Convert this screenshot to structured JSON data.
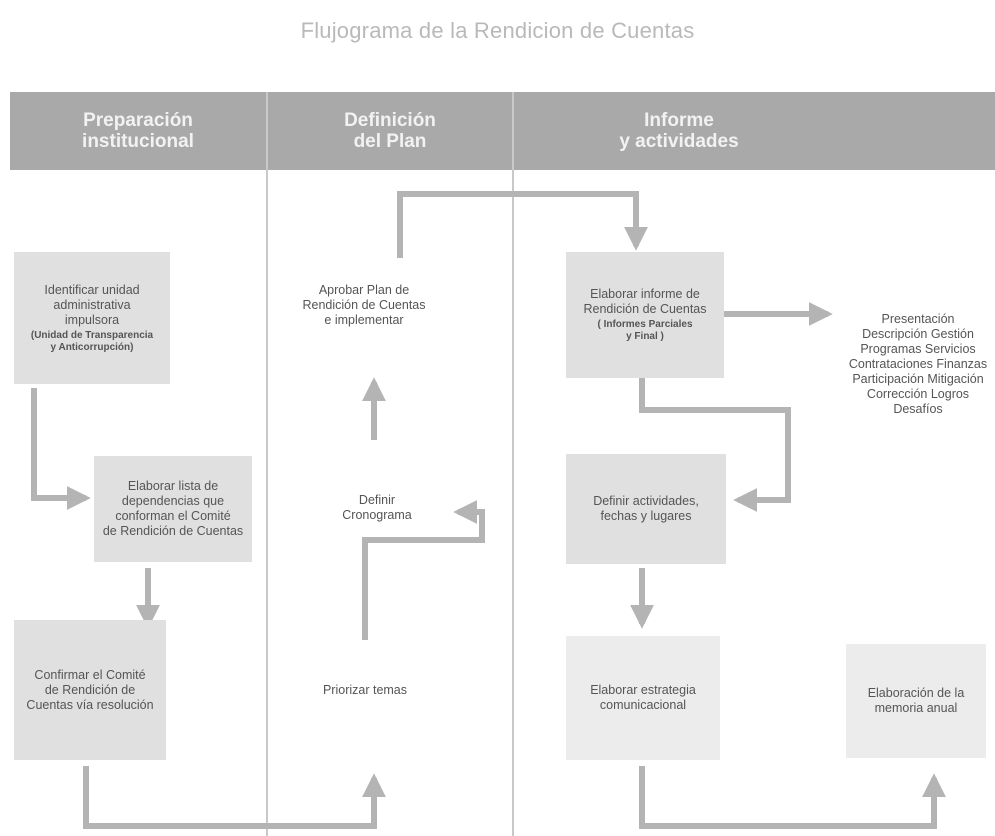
{
  "title": "Flujograma de la Rendicion de Cuentas",
  "columns": [
    "Preparación\ninstitucional",
    "Definición\ndel Plan",
    "Informe\ny actividades"
  ],
  "nodes": {
    "identificar": {
      "text": "Identificar unidad\nadministrativa\nimpulsora",
      "sub": "(Unidad de Transparencia\ny Anticorrupción)"
    },
    "elaborar_lista": {
      "text": "Elaborar lista de\ndependencias que\nconforman el Comité\nde Rendición de Cuentas"
    },
    "confirmar": {
      "text": "Confirmar el Comité\nde Rendición de\nCuentas vía resolución"
    },
    "aprobar": {
      "text": "Aprobar Plan de\nRendición de Cuentas\ne implementar"
    },
    "definir_cronograma": {
      "text": "Definir\nCronograma"
    },
    "priorizar": {
      "text": "Priorizar temas"
    },
    "elaborar_informe": {
      "text": "Elaborar informe de\nRendición de Cuentas",
      "sub": "( Informes Parciales\ny Final )"
    },
    "definir_actividades": {
      "text": "Definir actividades,\nfechas y lugares"
    },
    "estrategia": {
      "text": "Elaborar estrategia\ncomunicacional"
    },
    "memoria": {
      "text": "Elaboración de la\nmemoria anual"
    }
  },
  "outcomes": [
    "Presentación",
    "Descripción Gestión",
    "Programas Servicios",
    "Contrataciones Finanzas",
    "Participación Mitigación",
    "Corrección Logros",
    "Desafíos"
  ],
  "colors": {
    "header": "#a9a9a9",
    "box": "#e0e0e0",
    "arrow": "#b4b4b4",
    "title": "#b9b9b9"
  }
}
